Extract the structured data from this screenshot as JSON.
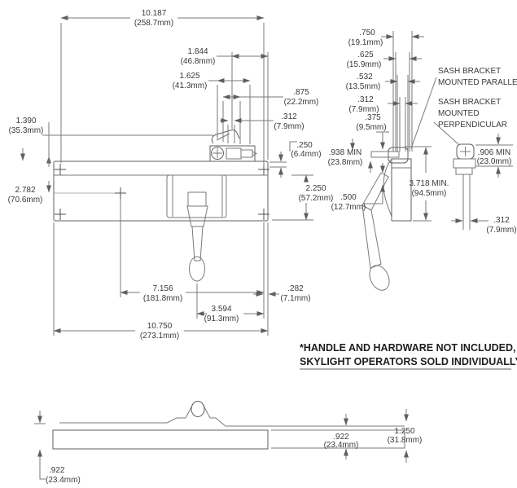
{
  "front_view": {
    "dims": {
      "overall_width": {
        "in": "10.187",
        "mm": "(258.7mm)"
      },
      "bracket_span": {
        "in": "1.844",
        "mm": "(46.8mm)"
      },
      "bracket_inner": {
        "in": "1.625",
        "mm": "(41.3mm)"
      },
      "slot_width": {
        "in": ".875",
        "mm": "(22.2mm)"
      },
      "pin_offset": {
        "in": ".312",
        "mm": "(7.9mm)"
      },
      "lip": {
        "in": ".250",
        "mm": "(6.4mm)"
      },
      "hook_height": {
        "in": "1.390",
        "mm": "(35.3mm)"
      },
      "center_height": {
        "in": "2.782",
        "mm": "(70.6mm)"
      },
      "body_height": {
        "in": "2.250",
        "mm": "(57.2mm)"
      },
      "hole_span": {
        "in": "7.156",
        "mm": "(181.8mm)"
      },
      "handle_offset": {
        "in": "3.594",
        "mm": "(91.3mm)"
      },
      "edge_offset": {
        "in": ".282",
        "mm": "(7.1mm)"
      },
      "total_length": {
        "in": "10.750",
        "mm": "(273.1mm)"
      }
    }
  },
  "side_view": {
    "dims": {
      "d750": {
        "in": ".750",
        "mm": "(19.1mm)"
      },
      "d625": {
        "in": ".625",
        "mm": "(15.9mm)"
      },
      "d532": {
        "in": ".532",
        "mm": "(13.5mm)"
      },
      "d312": {
        "in": ".312",
        "mm": "(7.9mm)"
      },
      "d375": {
        "in": ".375",
        "mm": "(9.5mm)"
      },
      "d938": {
        "in": ".938 MIN",
        "mm": "(23.8mm)"
      },
      "d3718": {
        "in": "3.718 MIN.",
        "mm": "(94.5mm)"
      },
      "d500": {
        "in": ".500",
        "mm": "(12.7mm)"
      }
    },
    "labels": {
      "parallel": {
        "l1": "SASH BRACKET",
        "l2": "MOUNTED PARALLEL"
      },
      "perpendicular": {
        "l1": "SASH BRACKET",
        "l2": "MOUNTED",
        "l3": "PERPENDICULAR"
      }
    }
  },
  "perp_view": {
    "dims": {
      "d906": {
        "in": ".906 MIN",
        "mm": "(23.0mm)"
      },
      "d312": {
        "in": ".312",
        "mm": "(7.9mm)"
      }
    }
  },
  "bottom_view": {
    "dims": {
      "left_thickness": {
        "in": ".922",
        "mm": "(23.4mm)"
      },
      "right_thickness": {
        "in": ".922",
        "mm": "(23.4mm)"
      },
      "overall_height": {
        "in": "1.250",
        "mm": "(31.8mm)"
      }
    }
  },
  "note": {
    "line1": "*HANDLE AND HARDWARE NOT INCLUDED,",
    "line2": "SKYLIGHT OPERATORS SOLD INDIVIDUALLY"
  },
  "colors": {
    "line": "#7a7a7a",
    "text": "#3a3a3a"
  }
}
